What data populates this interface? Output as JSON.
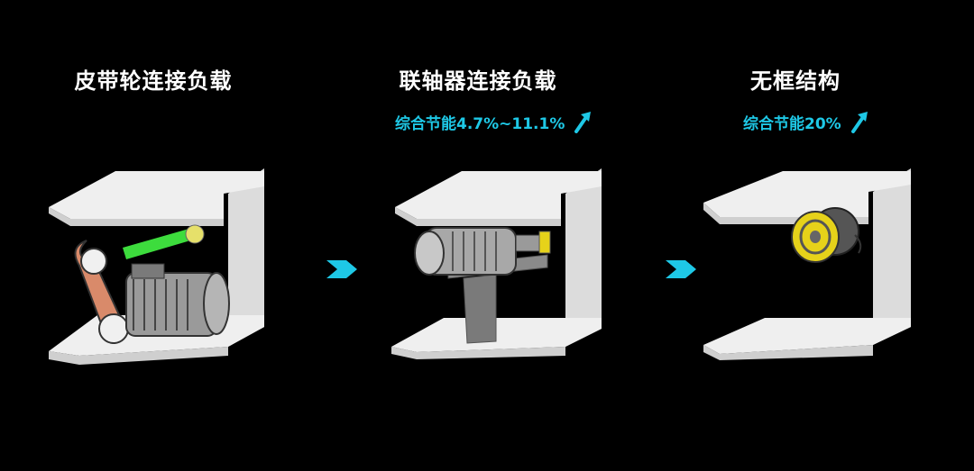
{
  "panels": [
    {
      "title": "皮带轮连接负载",
      "saving": ""
    },
    {
      "title": "联轴器连接负载",
      "saving": "综合节能4.7%~11.1%"
    },
    {
      "title": "无框结构",
      "saving": "综合节能20%"
    }
  ],
  "colors": {
    "accent": "#1ec8e6",
    "background": "#000000",
    "frame": "#e8e8e8",
    "belt": "#d98a6a",
    "shaft": "#3ddc3d",
    "frameless_motor": "#e6d21a"
  },
  "icons": [
    "up-arrow-icon",
    "right-chevron-icon"
  ]
}
